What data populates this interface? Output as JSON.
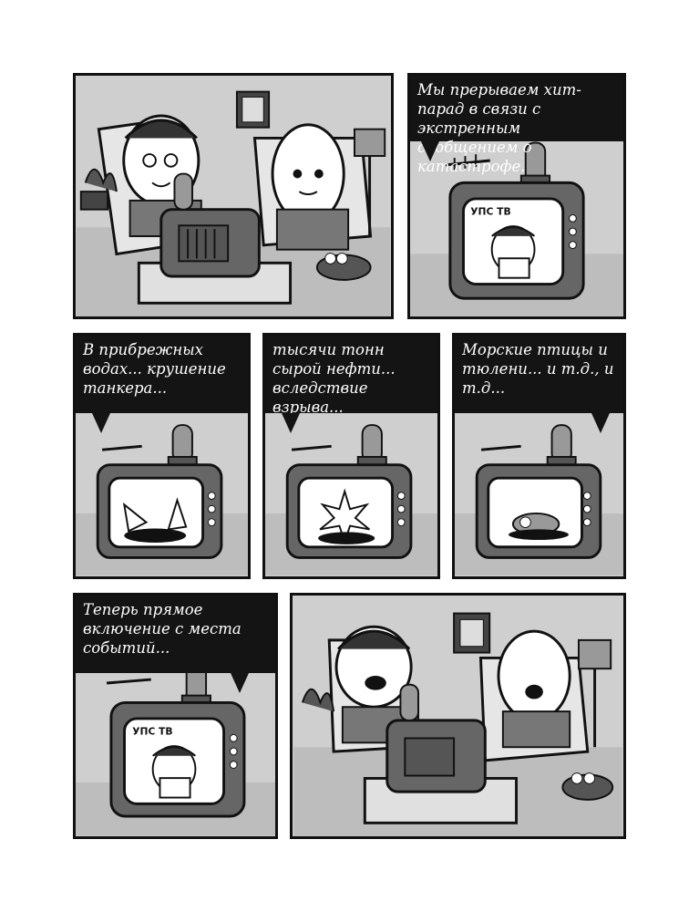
{
  "panels": {
    "p2": {
      "caption": "Мы прерываем хит-парад в связи с экстренным сообщением о катастрофе.",
      "screen_label": "УПС ТВ"
    },
    "p3": {
      "caption": "В прибрежных водах... крушение танкера..."
    },
    "p4": {
      "caption": "тысячи тонн сырой нефти... вследствие взрыва..."
    },
    "p5": {
      "caption": "Морские птицы и тюлени... и т.д., и т.д..."
    },
    "p6": {
      "caption": "Теперь прямое включение с места событий...",
      "screen_label": "УПС ТВ"
    }
  },
  "colors": {
    "panel_bg": "#d2d2d2",
    "ink": "#111111",
    "caption_bg": "#141414",
    "caption_text": "#ffffff"
  }
}
